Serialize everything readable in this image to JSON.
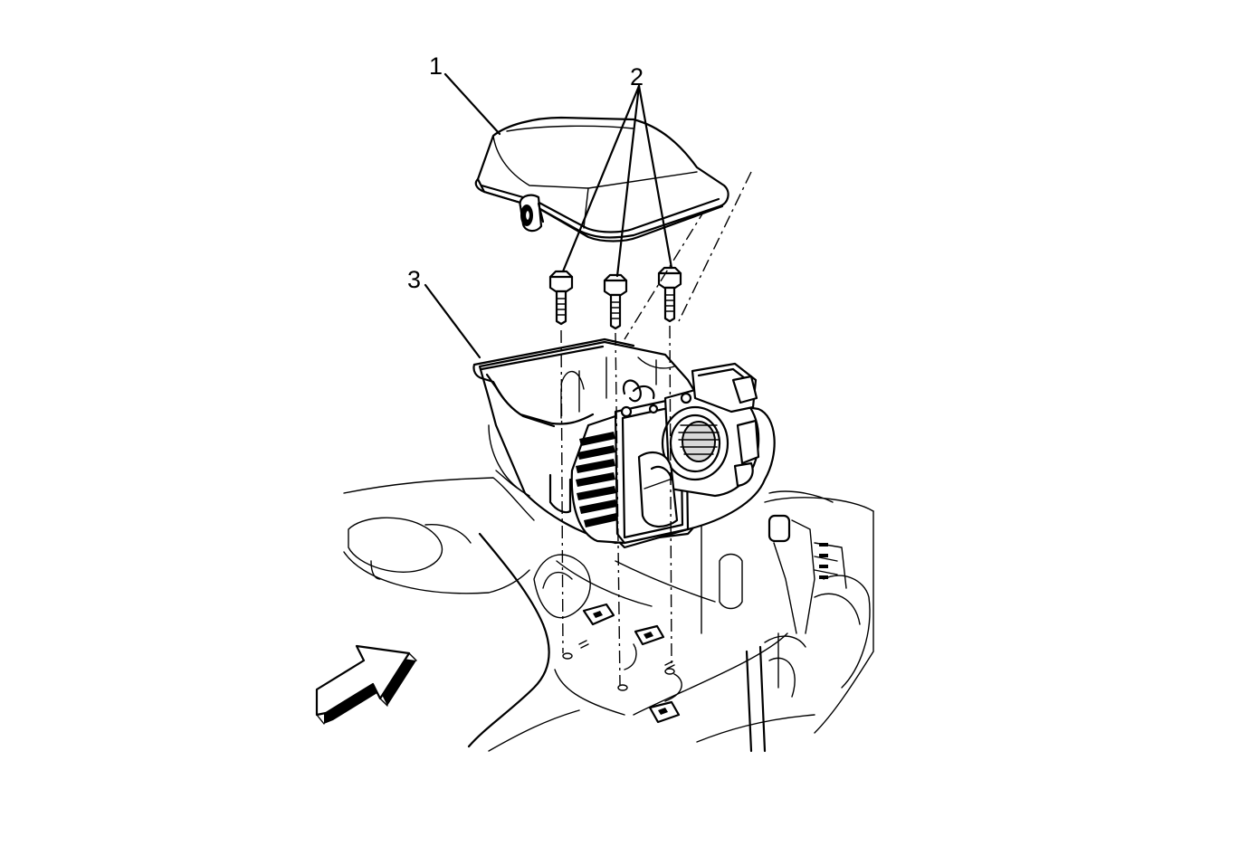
{
  "figure": {
    "callouts": [
      {
        "id": "lid",
        "label": "1"
      },
      {
        "id": "bolts",
        "label": "2"
      },
      {
        "id": "housing",
        "label": "3"
      }
    ],
    "colors": {
      "line": "#000000",
      "background": "#ffffff"
    },
    "icons": {
      "direction_arrow": "front-arrow-icon"
    }
  }
}
